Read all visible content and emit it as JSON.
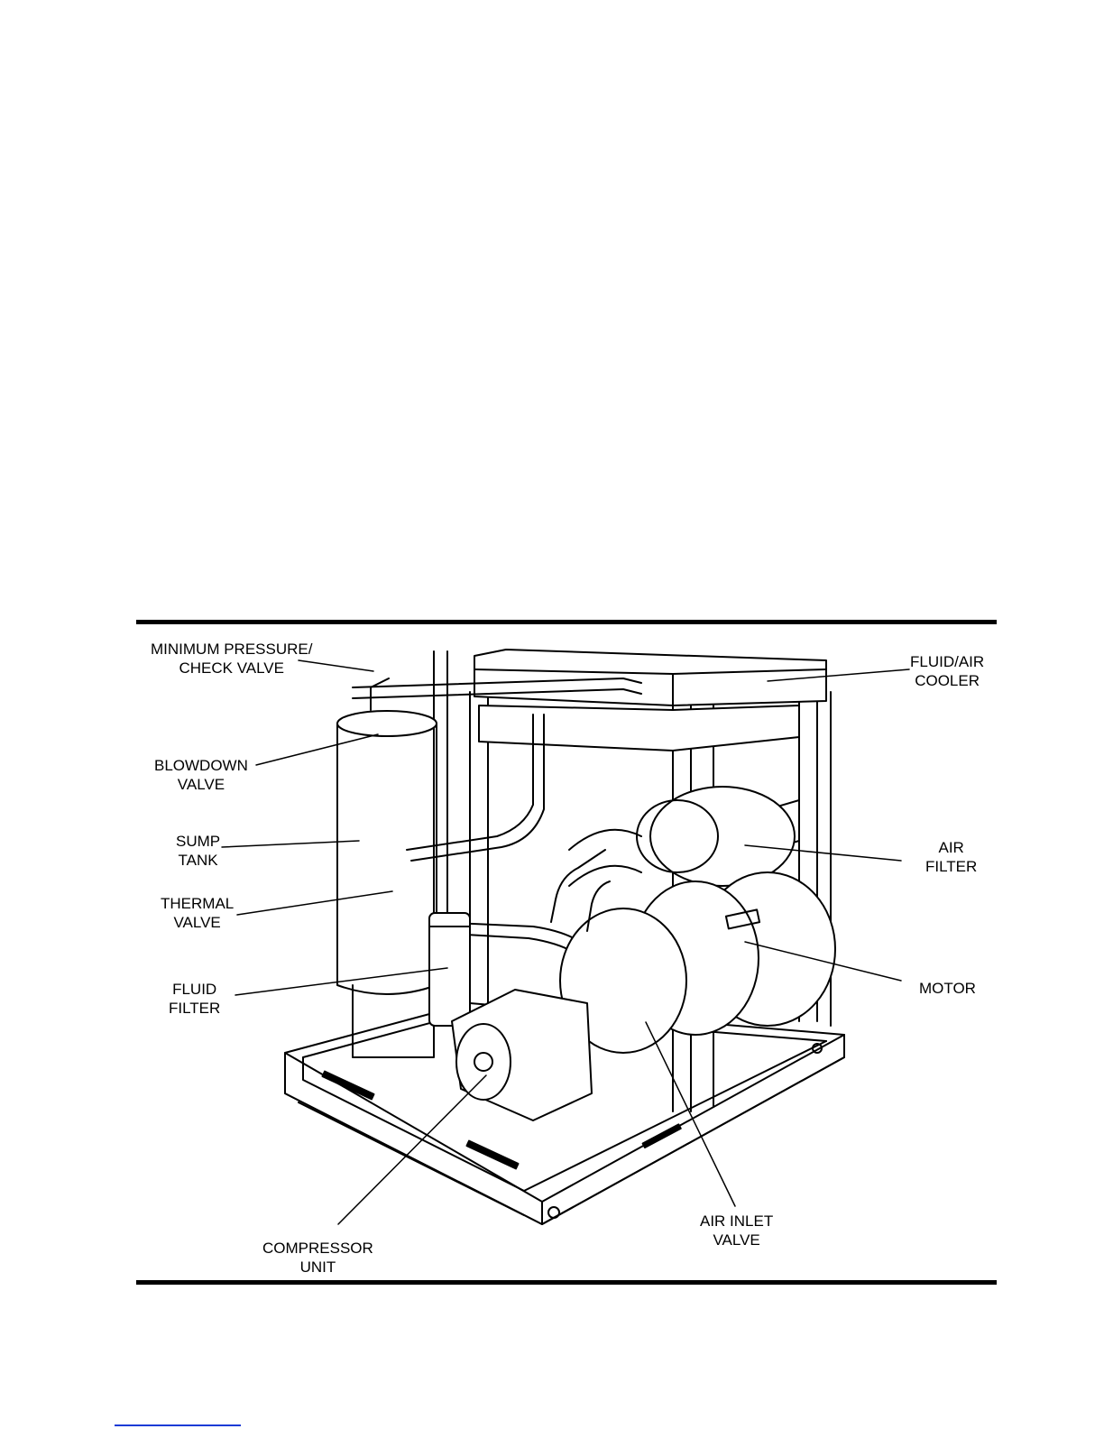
{
  "figure": {
    "labels": {
      "min_pressure": [
        "MINIMUM PRESSURE/",
        "CHECK VALVE"
      ],
      "blowdown": [
        "BLOWDOWN",
        "VALVE"
      ],
      "sump": [
        "SUMP",
        "TANK"
      ],
      "thermal": [
        "THERMAL",
        "VALVE"
      ],
      "fluid_filter": [
        "FLUID",
        "FILTER"
      ],
      "compressor": [
        "COMPRESSOR",
        "UNIT"
      ],
      "air_inlet": [
        "AIR INLET",
        "VALVE"
      ],
      "motor": [
        "MOTOR"
      ],
      "air_filter": [
        "AIR",
        "FILTER"
      ],
      "cooler": [
        "FLUID/AIR",
        "COOLER"
      ]
    }
  },
  "colors": {
    "ink": "#000000",
    "link": "#1a3bd6"
  }
}
